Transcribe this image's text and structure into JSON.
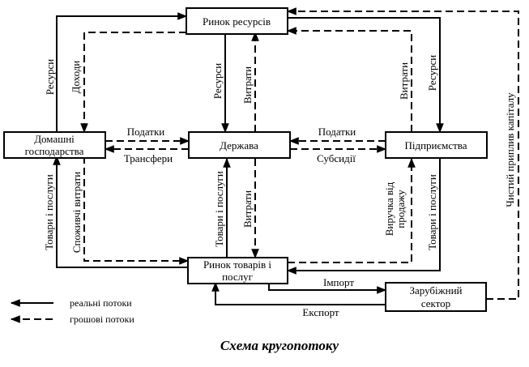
{
  "nodes": {
    "resource_market": "Ринок ресурсів",
    "households_line1": "Домашні",
    "households_line2": "господарства",
    "government": "Держава",
    "enterprises": "Підприємства",
    "goods_market_line1": "Ринок товарів і",
    "goods_market_line2": "послуг",
    "foreign_line1": "Зарубіжний",
    "foreign_line2": "сектор"
  },
  "flows": {
    "hh_resources": "Ресурси",
    "hh_income": "Доходи",
    "gov_resources": "Ресурси",
    "gov_costs_top": "Витрати",
    "ent_costs": "Витрати",
    "ent_resources": "Ресурси",
    "hh_taxes": "Податки",
    "transfers": "Трансфери",
    "ent_taxes": "Податки",
    "subsidies": "Субсидії",
    "hh_goods": "Товари і послуги",
    "consumer_spending": "Споживчі витрати",
    "gov_goods": "Товари і послуги",
    "gov_costs_bottom": "Витрати",
    "sales_revenue_line1": "Виручка від",
    "sales_revenue_line2": "продажу",
    "ent_goods": "Товари і послуги",
    "capital_inflow": "Чистий приплив капіталу",
    "import": "Імпорт",
    "export": "Експорт"
  },
  "legend": {
    "real": "реальні потоки",
    "money": "грошові потоки"
  },
  "caption": "Схема кругопотоку"
}
